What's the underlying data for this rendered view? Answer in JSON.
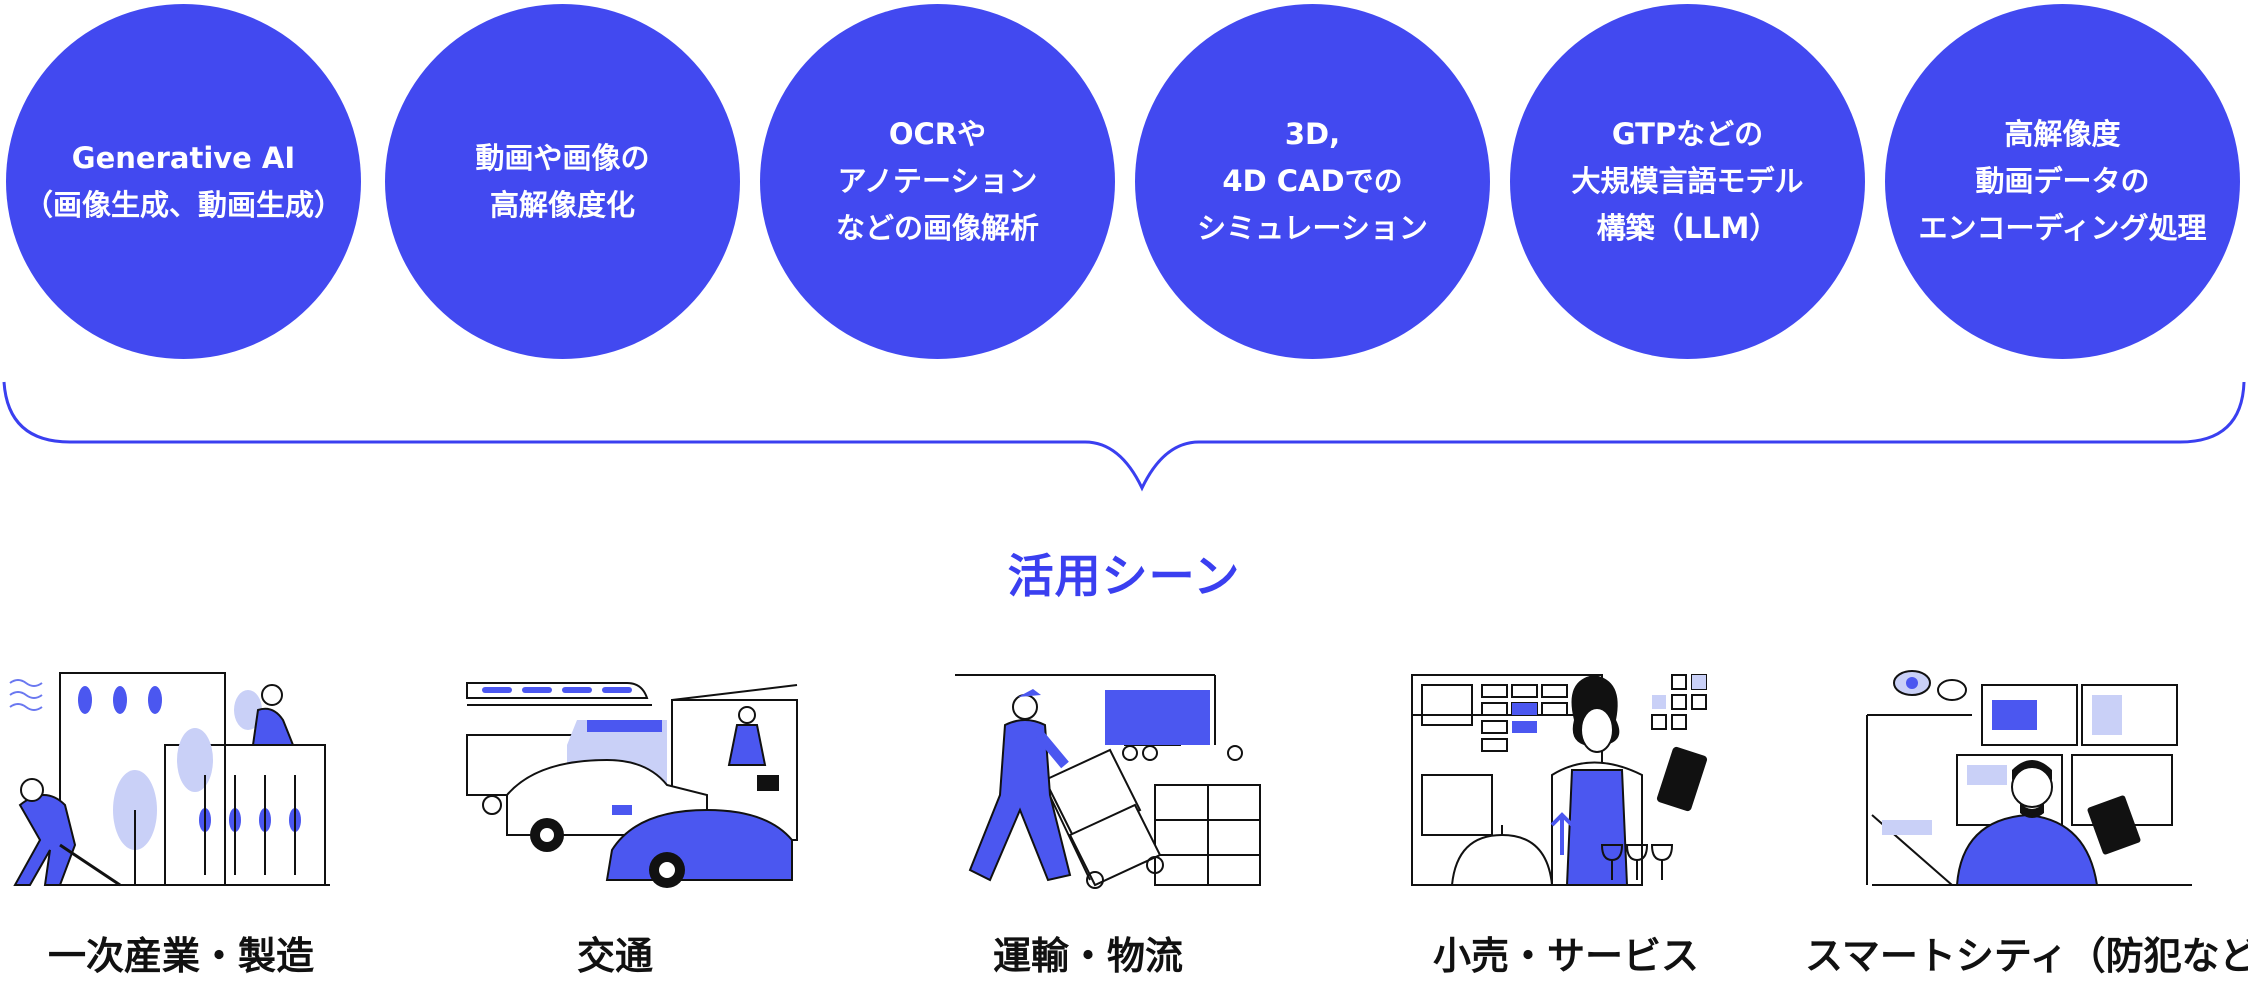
{
  "topics": [
    {
      "label": "Generative AI\n（画像生成、動画生成）"
    },
    {
      "label": "動画や画像の\n高解像度化"
    },
    {
      "label": "OCRや\nアノテーション\nなどの画像解析"
    },
    {
      "label": "3D,\n4D CADでの\nシミュレーション"
    },
    {
      "label": "GTPなどの\n大規模言語モデル\n構築（LLM）"
    },
    {
      "label": "高解像度\n動画データの\nエンコーディング処理"
    }
  ],
  "section_title": "活用シーン",
  "scenes": [
    {
      "label": "一次産業・製造",
      "icon": "farm-worker-icon"
    },
    {
      "label": "交通",
      "icon": "traffic-icon"
    },
    {
      "label": "運輸・物流",
      "icon": "logistics-icon"
    },
    {
      "label": "小売・サービス",
      "icon": "retail-icon"
    },
    {
      "label": "スマートシティ（防犯など）",
      "icon": "smart-city-icon"
    }
  ],
  "colors": {
    "accent": "#4249f0",
    "light": "#c9d0f7",
    "line": "#111111"
  }
}
